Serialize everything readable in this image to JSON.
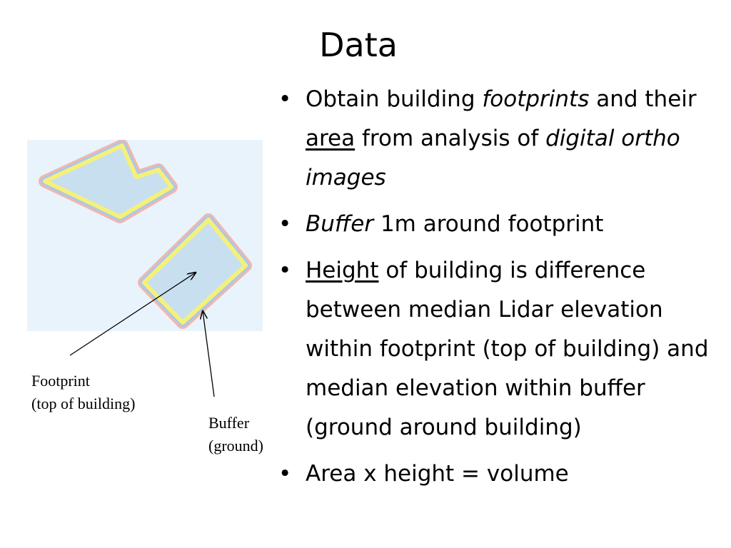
{
  "title": "Data",
  "bullets": {
    "b1": {
      "t1": "Obtain building ",
      "t2": "footprints",
      "t3": " and their ",
      "t4": "area",
      "t5": " from analysis of ",
      "t6": "digital ortho images"
    },
    "b2": {
      "t1": "Buffer",
      "t2": " 1m around footprint"
    },
    "b3": {
      "t1": "Height",
      "t2": " of building is difference between median Lidar elevation within footprint (top of building) and median elevation within buffer (ground around building)"
    },
    "b4": {
      "t1": "Area  x  height = volume"
    }
  },
  "figure": {
    "footprint_caption": [
      "Footprint",
      "(top of building)"
    ],
    "buffer_caption": [
      "Buffer",
      "(ground)"
    ]
  },
  "colors": {
    "footprint_fill": "#c8dff0",
    "footprint_edge": "#f5f07a",
    "buffer_edge": "#f2b6b0",
    "background": "#e9f3fb"
  }
}
